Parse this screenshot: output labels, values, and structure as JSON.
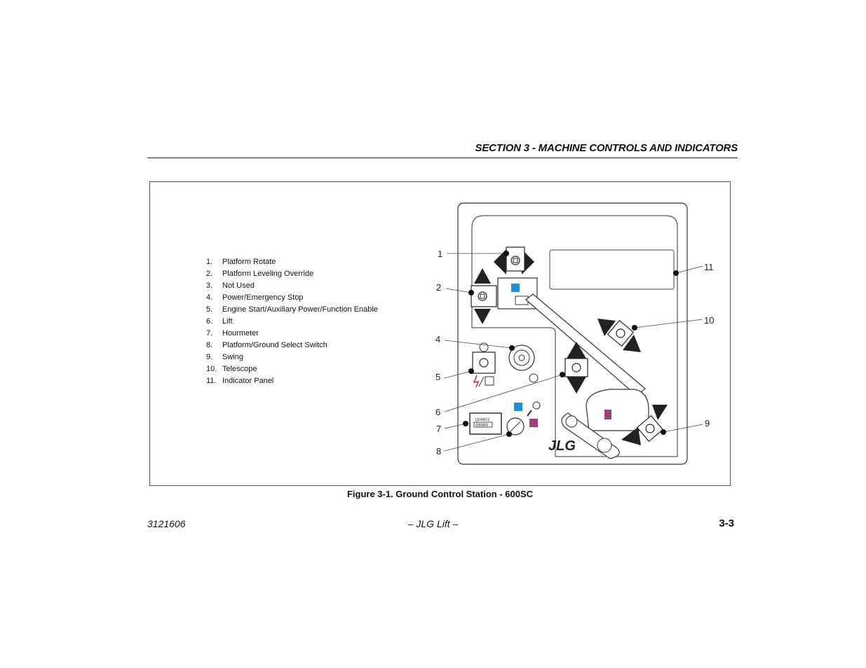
{
  "header": {
    "section_title": "SECTION 3 - MACHINE CONTROLS AND INDICATORS"
  },
  "legend": {
    "items": [
      {
        "num": "1.",
        "label": "Platform Rotate"
      },
      {
        "num": "2.",
        "label": "Platform Leveling Override"
      },
      {
        "num": "3.",
        "label": "Not Used"
      },
      {
        "num": "4.",
        "label": "Power/Emergency Stop"
      },
      {
        "num": "5.",
        "label": "Engine Start/Auxiliary Power/Function Enable"
      },
      {
        "num": "6.",
        "label": "Lift"
      },
      {
        "num": "7.",
        "label": "Hourmeter"
      },
      {
        "num": "8.",
        "label": "Platform/Ground Select Switch"
      },
      {
        "num": "9.",
        "label": "Swing"
      },
      {
        "num": "10.",
        "label": "Telescope"
      },
      {
        "num": "11.",
        "label": "Indicator Panel"
      }
    ]
  },
  "callouts": [
    "1",
    "2",
    "4",
    "5",
    "6",
    "7",
    "8",
    "9",
    "10",
    "11"
  ],
  "diagram": {
    "logo": "JLG",
    "hourmeter_brand": "QUARTZ",
    "hourmeter_reading": "00000"
  },
  "colors": {
    "blue_button": "#1e8fd0",
    "magenta_button": "#a0407a",
    "arrow": "#222222"
  },
  "figure": {
    "caption": "Figure 3-1. Ground Control Station - 600SC"
  },
  "footer": {
    "doc_number": "3121606",
    "center": "– JLG Lift –",
    "page": "3-3"
  }
}
